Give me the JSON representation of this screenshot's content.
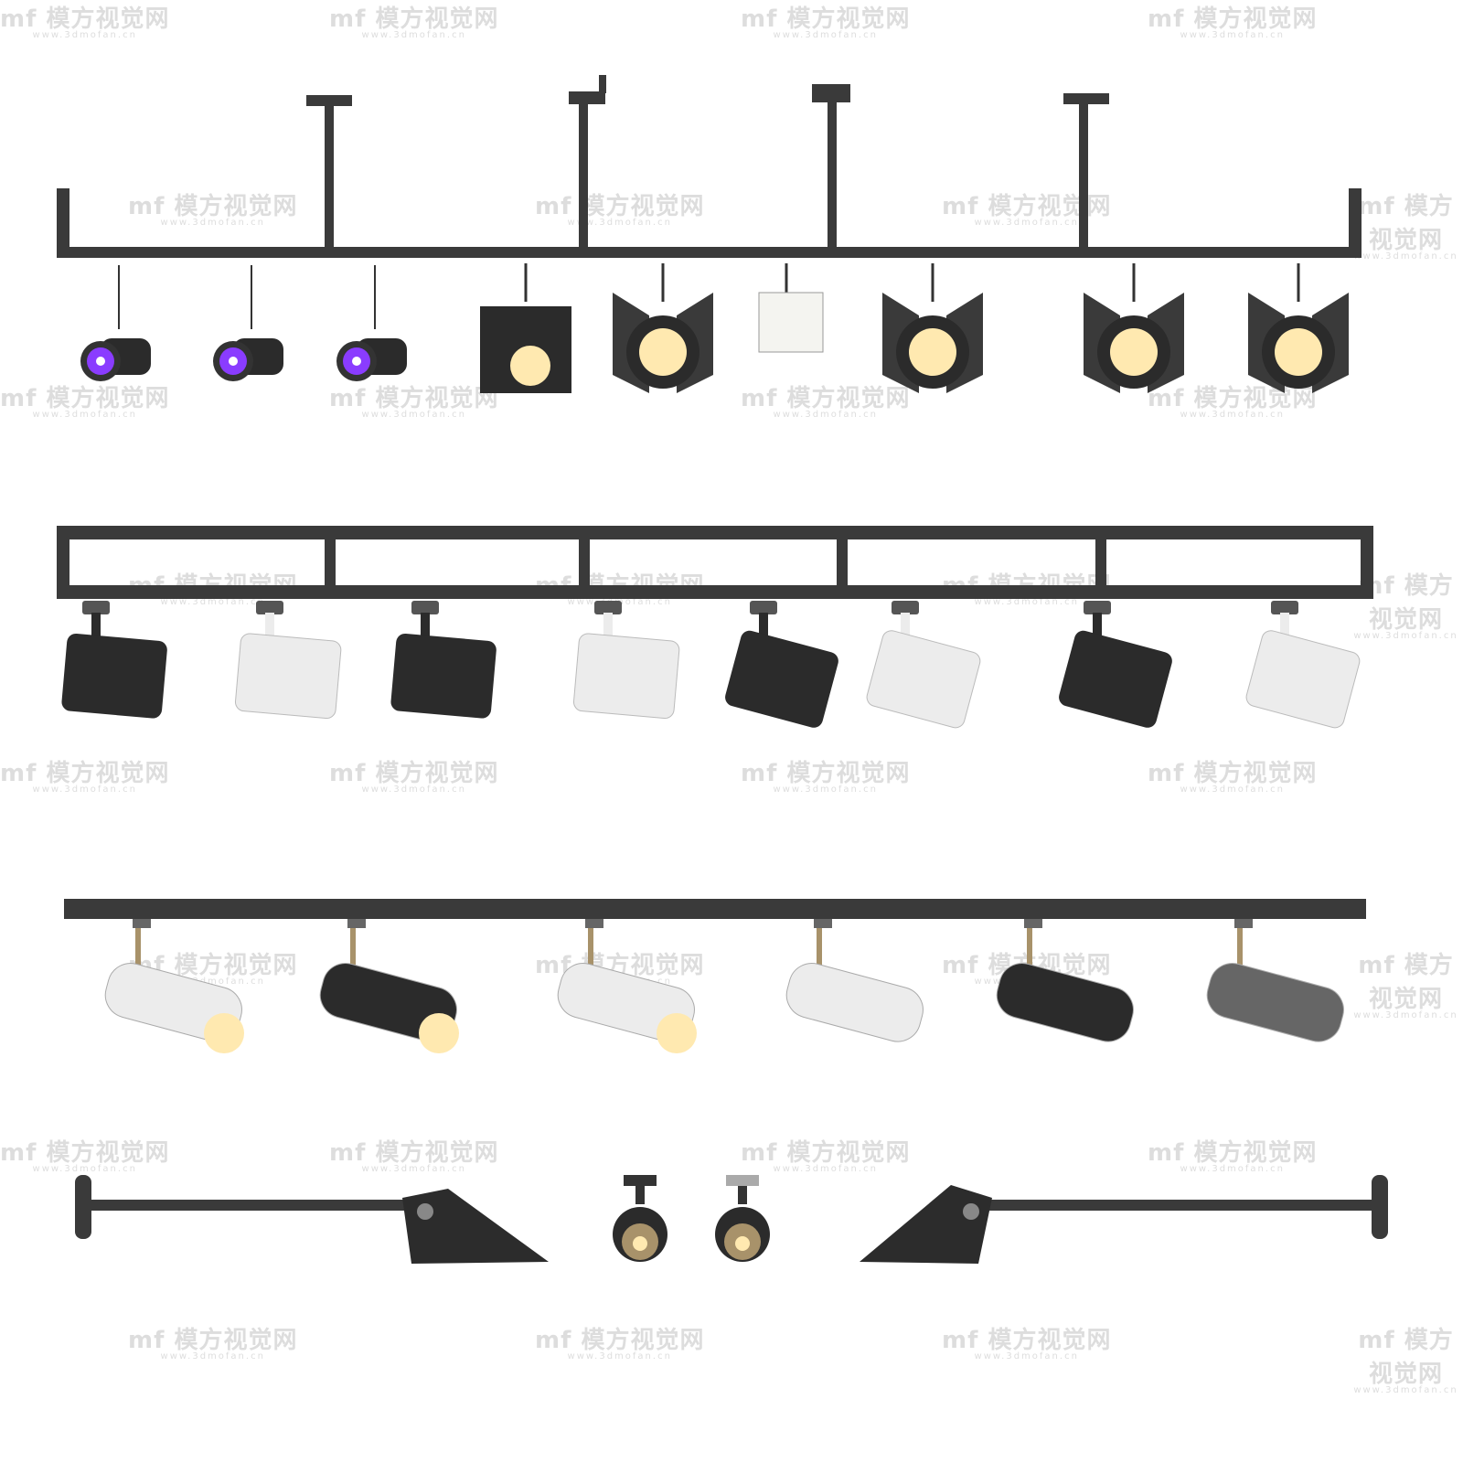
{
  "watermark": {
    "brand": "模方视觉网",
    "logo_mark": "mf",
    "url": "www.3dmofan.cn"
  },
  "rows": [
    {
      "name": "ceiling-rail-theatre-spotlights",
      "light_count": 9
    },
    {
      "name": "frame-rail-track-spotlights",
      "light_count": 8
    },
    {
      "name": "single-track-spotlights",
      "light_count": 6
    },
    {
      "name": "wall-arm-and-ceiling-spots",
      "light_count": 4
    }
  ],
  "colors": {
    "rail": "#3a3a3a",
    "dark_body": "#2b2b2b",
    "white_body": "#ececec",
    "uv_glow": "#8a3cff",
    "warm_glow": "#ffe9b0",
    "brass": "#a8926a"
  }
}
